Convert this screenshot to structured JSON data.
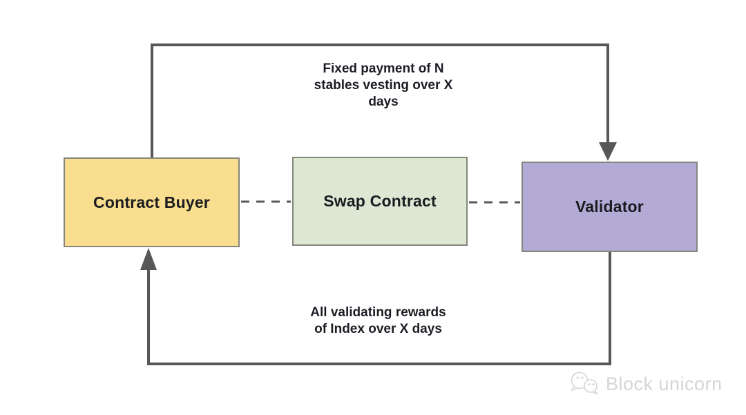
{
  "diagram": {
    "type": "flow",
    "nodes": {
      "buyer": {
        "label": "Contract Buyer",
        "fill": "#F8DE8E"
      },
      "swap": {
        "label": "Swap Contract",
        "fill": "#DCE8D4"
      },
      "validator": {
        "label": "Validator",
        "fill": "#B4AAD6"
      }
    },
    "edges": {
      "buyer_to_validator": {
        "label": "Fixed payment of N\nstables vesting over X\ndays",
        "style": "solid-arrow"
      },
      "validator_to_buyer": {
        "label": "All validating rewards\nof Index over X days",
        "style": "solid-arrow"
      },
      "buyer_swap_link": {
        "style": "dashed"
      },
      "swap_validator_link": {
        "style": "dashed"
      }
    },
    "colors": {
      "arrow": "#575757",
      "box_border": "#85857c",
      "label_text": "#1c1c24"
    }
  },
  "watermark": {
    "text": "Block unicorn",
    "color": "#d5d5d5"
  }
}
